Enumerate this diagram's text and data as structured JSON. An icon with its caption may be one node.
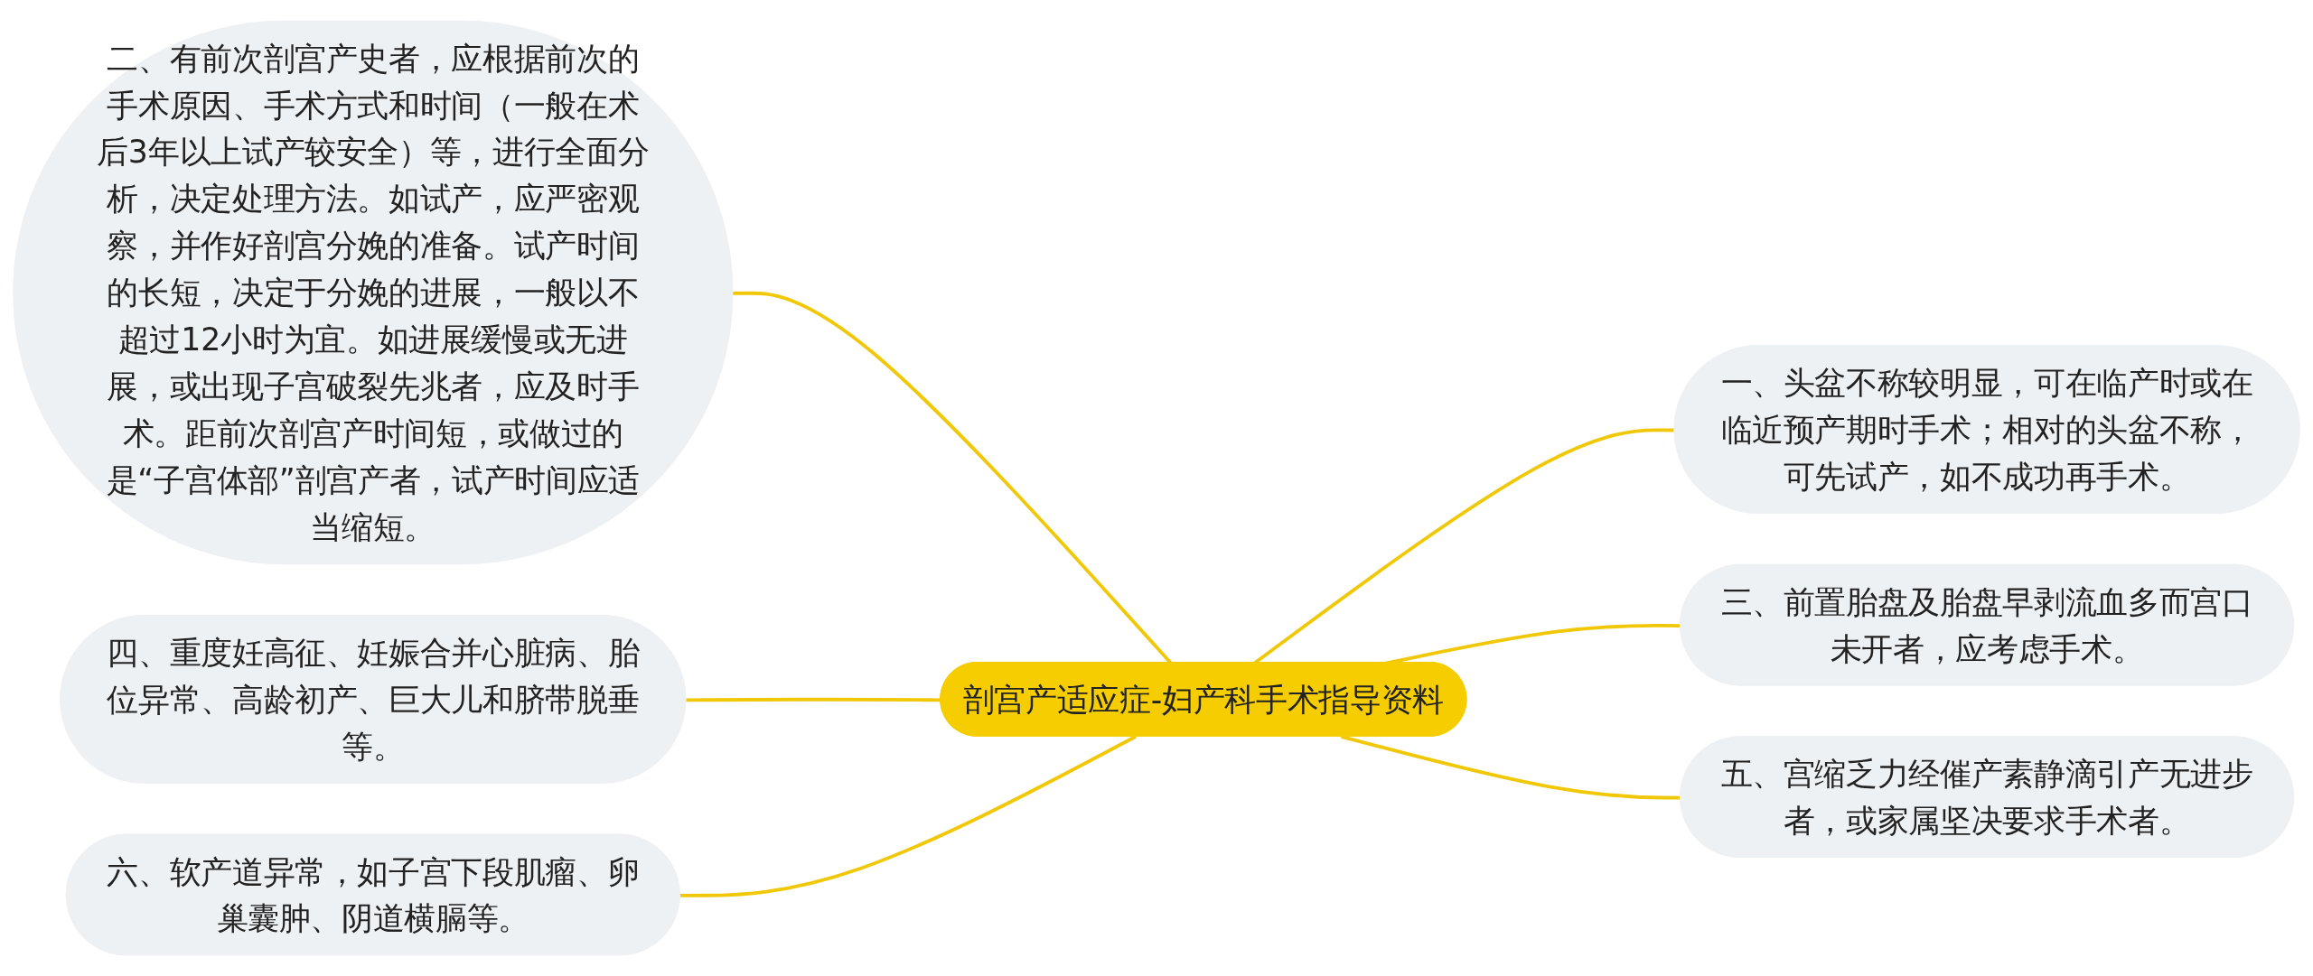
{
  "diagram": {
    "nodes": [
      {
        "text": [
          "剖宫产适应症-妇产科手术指导资料"
        ]
      },
      {
        "text": [
          "二、有前次剖宫产史者，应根据前次的手术原因、手术方式和时间（一般在术后3年以上试产较安全）等，进行全面分析，决定处理方法。如试产，应严密观察，并作好剖宫分娩的准备。试产时间的长短，决定于分娩的进展，一般以不超过12小时为宜。如进展缓慢或无进展，或出现子宫破裂先兆者，应及时手术。距前次剖宫产时间短，或做过的是“子宫体部”剖宫产者，试产时间应适当缩短。"
        ]
      },
      {
        "text": [
          "四、重度妊高征、妊娠合并心脏病、胎位异常、高龄初产、巨大儿和脐带脱垂等。"
        ]
      },
      {
        "text": [
          "六、软产道异常，如子宫下段肌瘤、卵巢囊肿、阴道横膈等。"
        ]
      },
      {
        "text": [
          "一、头盆不称较明显，可在临产时或在临近预产期时手术；相对的头盆不称，可先试产，如不成功再手术。"
        ]
      },
      {
        "text": [
          "三、前置胎盘及胎盘早剥流血多而宫口未开者，应考虑手术。"
        ]
      },
      {
        "text": [
          "五、宫缩乏力经催产素静滴引产无进步者，或家属坚决要求手术者。"
        ]
      }
    ],
    "edges": [
      {
        "from": 0,
        "to": 1,
        "arrow": "none"
      },
      {
        "from": 0,
        "to": 2,
        "arrow": "none"
      },
      {
        "from": 0,
        "to": 3,
        "arrow": "none"
      },
      {
        "from": 0,
        "to": 4,
        "arrow": "none"
      },
      {
        "from": 0,
        "to": 5,
        "arrow": "none"
      },
      {
        "from": 0,
        "to": 6,
        "arrow": "none"
      }
    ]
  }
}
